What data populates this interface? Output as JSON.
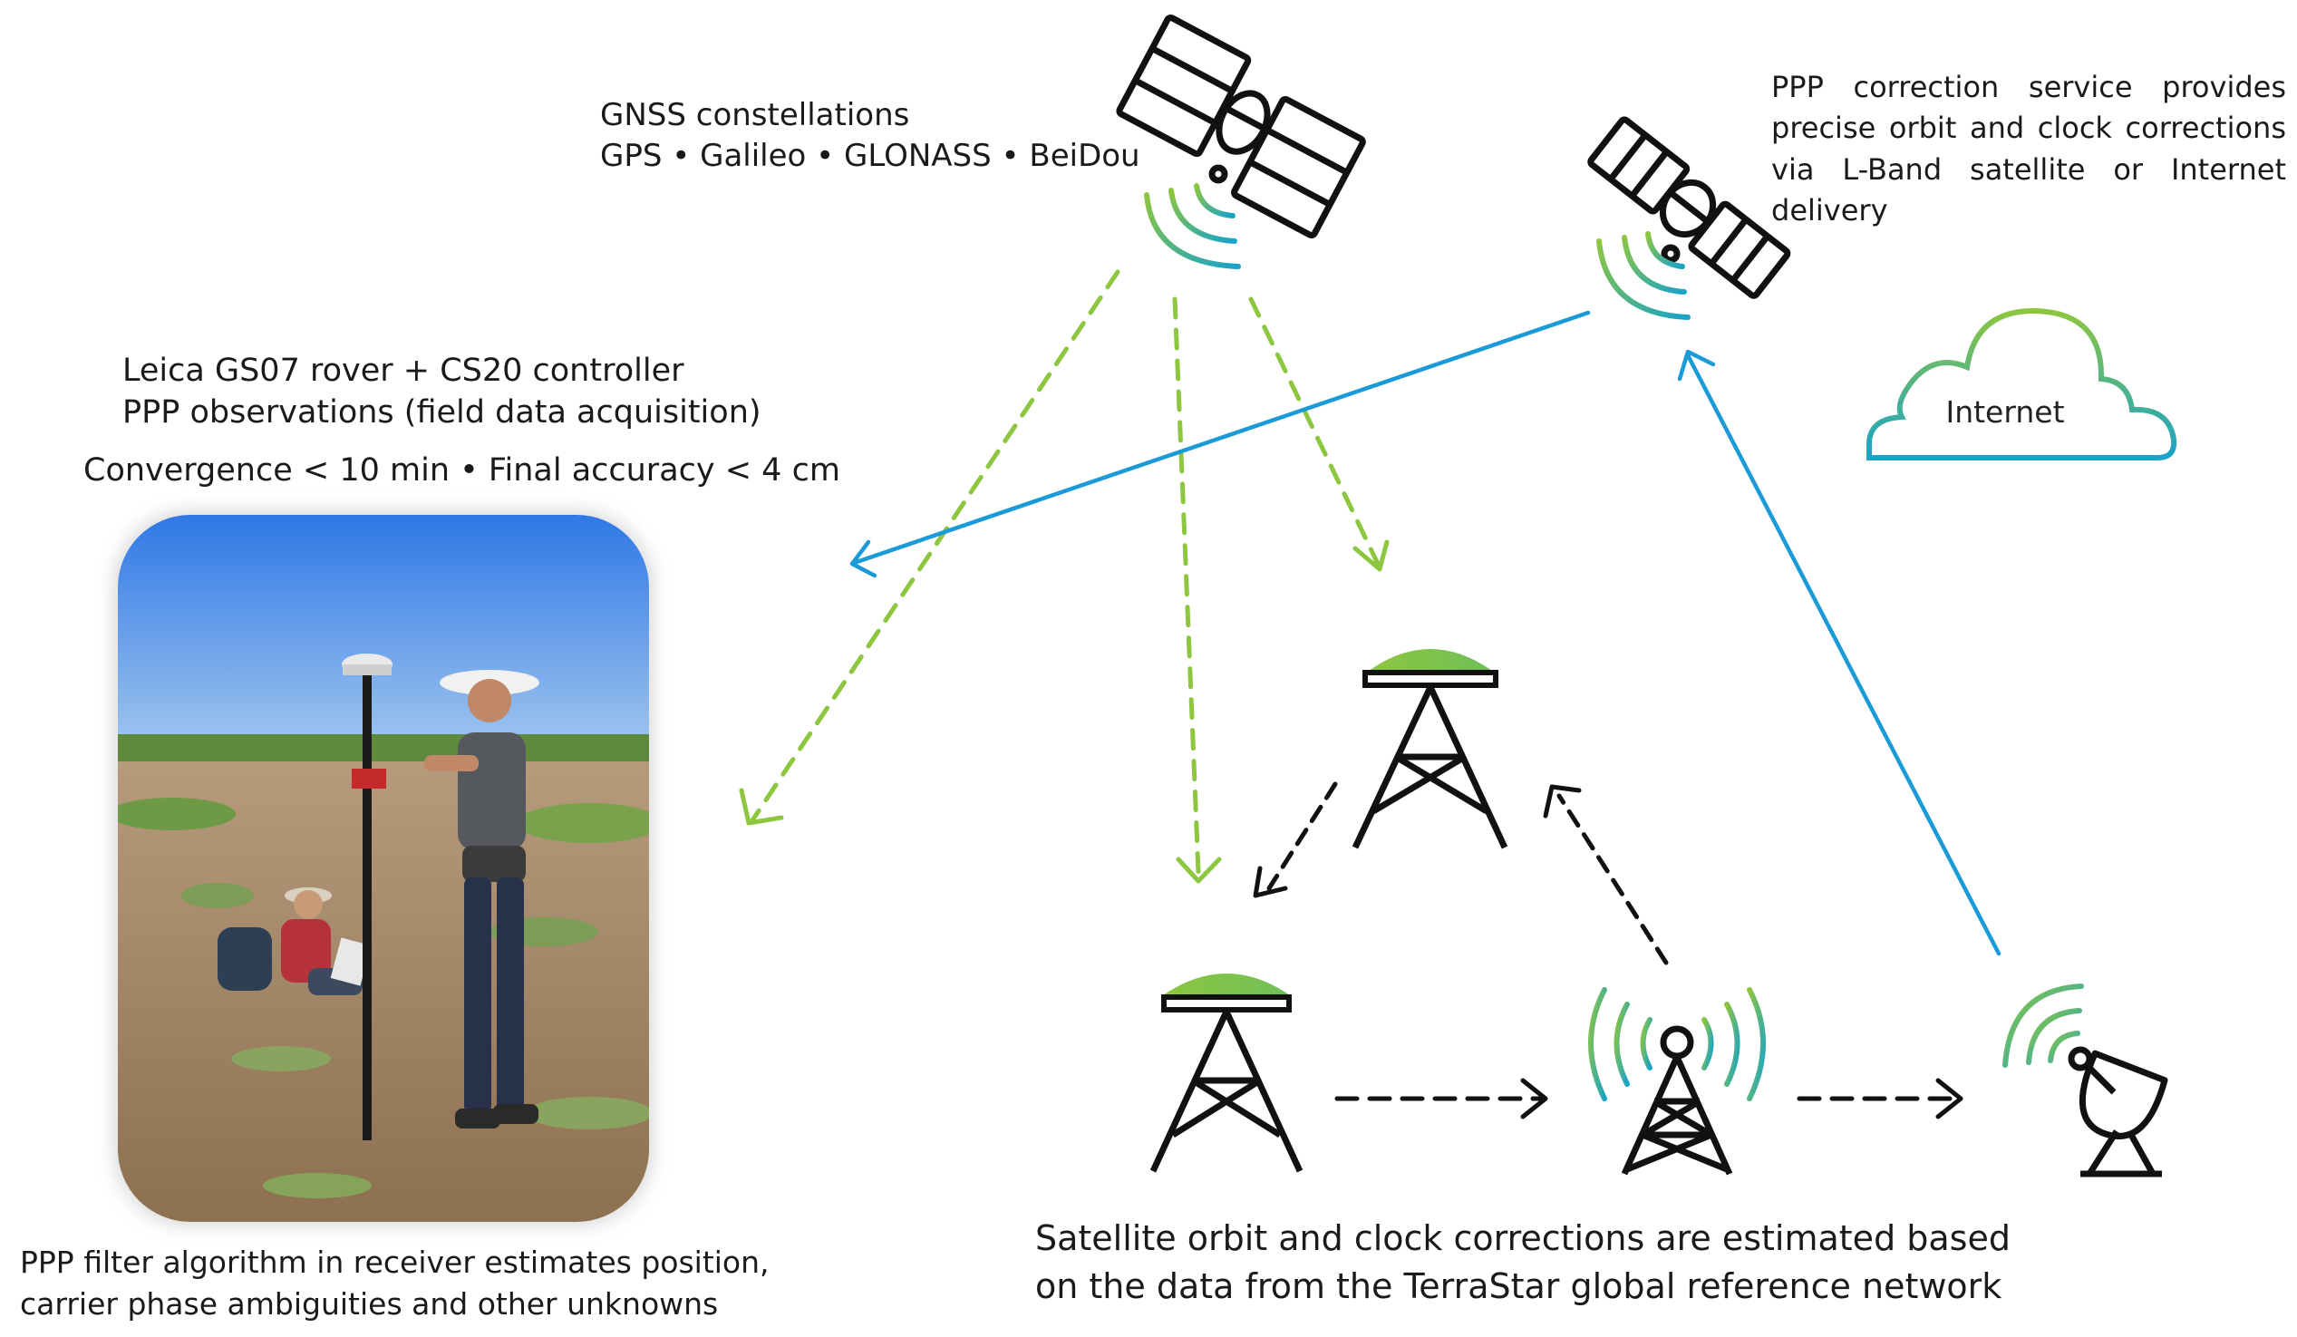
{
  "gnss": {
    "title": "GNSS constellations",
    "systems": "GPS • Galileo • GLONASS • BeiDou"
  },
  "rover": {
    "line1": "Leica GS07 rover + CS20 controller",
    "line2": "PPP observations (field data acquisition)",
    "performance": "Convergence < 10 min • Final accuracy < 4 cm"
  },
  "service": {
    "text": "PPP correction service provides precise orbit and clock corrections via L-Band satellite or Internet delivery"
  },
  "cloud": {
    "label": "Internet"
  },
  "filter": {
    "line1": "PPP filter algorithm in receiver estimates position,",
    "line2": "carrier phase ambiguities and other unknowns"
  },
  "network": {
    "line1": "Satellite orbit and clock corrections are estimated based",
    "line2": "on the data from the TerraStar global reference network"
  },
  "colors": {
    "gnss_signal": "#8dc63f",
    "correction_link": "#1a9ad6",
    "network_flow": "#1a1a1a",
    "cloud_gradient_start": "#8dc63f",
    "cloud_gradient_end": "#1aa3c8"
  },
  "icons": {
    "gnss_satellite": "satellite-icon",
    "correction_satellite": "satellite-icon",
    "cloud": "cloud-icon",
    "reference_station": "reference-station-icon",
    "radio_tower": "radio-tower-icon",
    "uplink_dish": "satellite-dish-icon"
  }
}
